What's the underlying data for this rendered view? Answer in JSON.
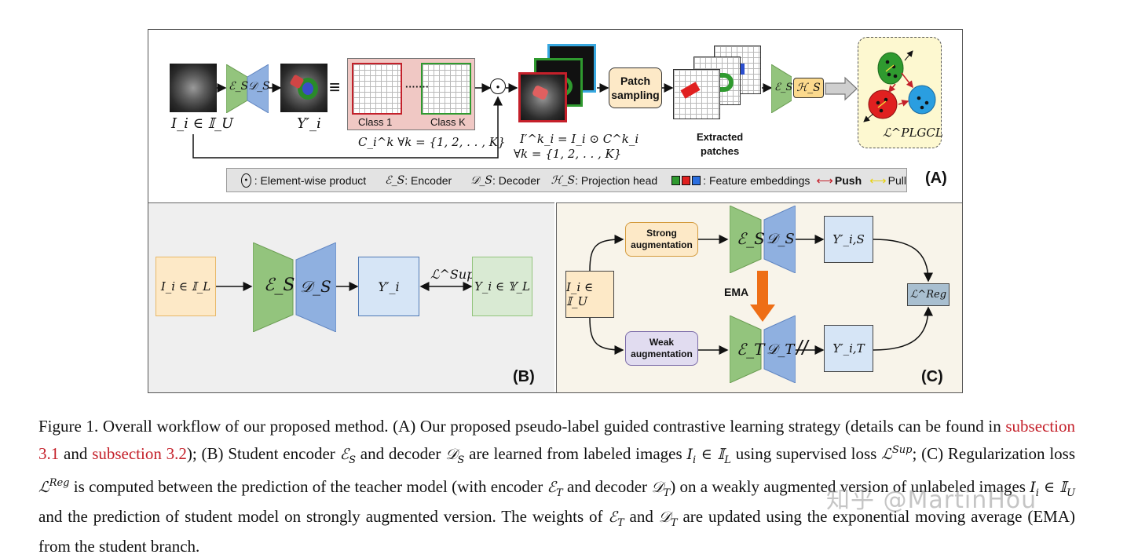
{
  "panelA": {
    "input_label": "I_i ∈ 𝕀_U",
    "encoder": "ℰ_S",
    "decoder": "𝒟_S",
    "pred_label": "Y′_i",
    "equiv": "≡",
    "class1": "Class 1",
    "classK": "Class K",
    "dots": "·······",
    "class_set": "C_i^k ∀k = {1, 2, . . , K}",
    "odot": "⊙",
    "masked_line1": "I′^k_i = I_i ⊙ C^k_i",
    "masked_line2": "∀k = {1, 2, . . , K}",
    "patch_line1": "Patch",
    "patch_line2": "sampling",
    "extracted_line1": "Extracted",
    "extracted_line2": "patches",
    "proj_head": "ℋ_S",
    "loss_plgcl": "ℒ^PLGCL",
    "tag": "(A)",
    "legend": {
      "odot_symbol": "⊙",
      "odot_text": ": Element-wise product",
      "enc_symbol": "ℰ_S",
      "enc_text": " : Encoder",
      "dec_symbol": "𝒟_S",
      "dec_text": " : Decoder",
      "head_symbol": "ℋ_S",
      "head_text": ": Projection head",
      "emb_text": ": Feature embeddings",
      "push_text": "Push",
      "pull_text": "Pull"
    }
  },
  "panelB": {
    "input_label": "I_i ∈ 𝕀_L",
    "encoder": "ℰ_S",
    "decoder": "𝒟_S",
    "pred_label": "Y′_i",
    "loss": "ℒ^Sup",
    "gt_label": "Y_i ∈ 𝕐_L",
    "tag": "(B)"
  },
  "panelC": {
    "input_label": "I_i ∈ 𝕀_U",
    "strong_line1": "Strong",
    "strong_line2": "augmentation",
    "weak_line1": "Weak",
    "weak_line2": "augmentation",
    "enc_s": "ℰ_S",
    "dec_s": "𝒟_S",
    "enc_t": "ℰ_T",
    "dec_t": "𝒟_T",
    "ema": "EMA",
    "stopgrad": "//",
    "pred_s": "Y′_i,S",
    "pred_t": "Y′_i,T",
    "loss": "ℒ^Reg",
    "tag": "(C)"
  },
  "caption": {
    "p1": "Figure 1.  Overall workflow of our proposed method.  (A) Our proposed pseudo-label guided contrastive learning strategy (details can be found in ",
    "ref1": "subsection 3.1",
    "p2": " and ",
    "ref2": "subsection 3.2",
    "p3": "); (B) Student encoder ",
    "m1": "ℰ",
    "m1s": "S",
    "p4": " and decoder ",
    "m2": "𝒟",
    "m2s": "S",
    "p5": " are learned from labeled images ",
    "m3": "I",
    "m3s": "i",
    "m3b": " ∈ 𝕀",
    "m3bs": "L",
    "p6": " using supervised loss ",
    "m4": "ℒ",
    "m4s": "Sup",
    "p7": "; (C) Regularization loss ",
    "m5": "ℒ",
    "m5s": "Reg",
    "p8": " is computed between the prediction of the teacher model (with encoder ",
    "m6": "ℰ",
    "m6s": "T",
    "p9": " and decoder ",
    "m7": "𝒟",
    "m7s": "T",
    "p10": ") on a weakly augmented version of unlabeled images ",
    "m8": "I",
    "m8s": "i",
    "m8b": " ∈ 𝕀",
    "m8bs": "U",
    "p11": " and the prediction of student model on strongly augmented version. The weights of ",
    "m9": "ℰ",
    "m9s": "T",
    "p12": " and ",
    "m10": "𝒟",
    "m10s": "T",
    "p13": " are updated using the exponential moving average (EMA) from the student branch."
  },
  "watermark": "知乎 @MartinHou"
}
